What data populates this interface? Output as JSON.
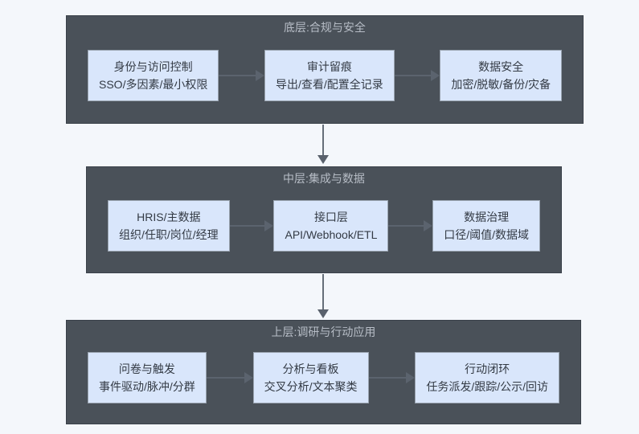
{
  "diagram": {
    "type": "layered-flow",
    "colors": {
      "page_bg": "#f4f7fb",
      "band_bg": "#4a5159",
      "band_border": "#3a414a",
      "band_title_text": "#b7bdc6",
      "node_bg": "#d9e6fb",
      "node_border": "#99a3af",
      "node_text": "#333a44",
      "arrow": "#5b636e"
    },
    "layers": [
      {
        "title": "底层:合规与安全",
        "boxes": [
          {
            "line1": "身份与访问控制",
            "line2": "SSO/多因素/最小权限"
          },
          {
            "line1": "审计留痕",
            "line2": "导出/查看/配置全记录"
          },
          {
            "line1": "数据安全",
            "line2": "加密/脱敏/备份/灾备"
          }
        ]
      },
      {
        "title": "中层:集成与数据",
        "boxes": [
          {
            "line1": "HRIS/主数据",
            "line2": "组织/任职/岗位/经理"
          },
          {
            "line1": "接口层",
            "line2": "API/Webhook/ETL"
          },
          {
            "line1": "数据治理",
            "line2": "口径/阈值/数据域"
          }
        ]
      },
      {
        "title": "上层:调研与行动应用",
        "boxes": [
          {
            "line1": "问卷与触发",
            "line2": "事件驱动/脉冲/分群"
          },
          {
            "line1": "分析与看板",
            "line2": "交叉分析/文本聚类"
          },
          {
            "line1": "行动闭环",
            "line2": "任务派发/跟踪/公示/回访"
          }
        ]
      }
    ]
  }
}
